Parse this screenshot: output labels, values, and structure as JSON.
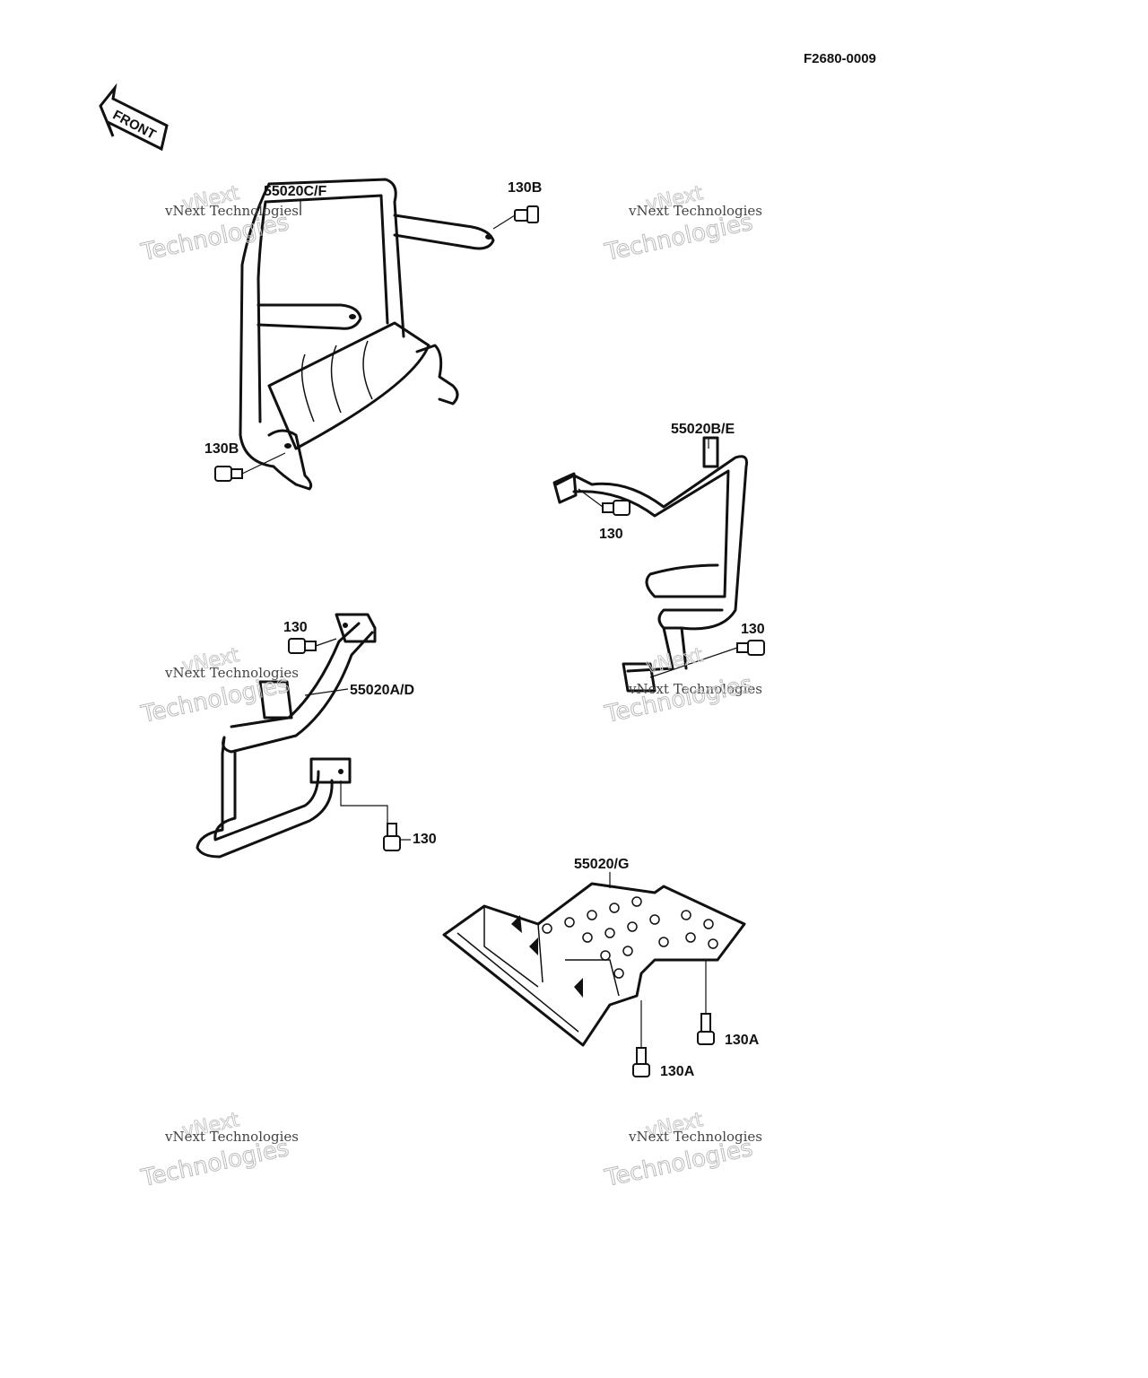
{
  "drawing_code": "F2680-0009",
  "front_arrow_label": "FRONT",
  "watermark": {
    "line1": "vNext",
    "line2": "vNext Technologies",
    "line3": "Technologies"
  },
  "callouts": {
    "guard_front": "55020C/F",
    "bolt_front_top": "130B",
    "bolt_front_left": "130B",
    "guard_right": "55020B/E",
    "bolt_right_upper": "130",
    "bolt_right_lower": "130",
    "guard_left": "55020A/D",
    "bolt_left_upper": "130",
    "bolt_left_lower": "130",
    "skid_plate": "55020/G",
    "bolt_skid_right": "130A",
    "bolt_skid_left": "130A"
  }
}
